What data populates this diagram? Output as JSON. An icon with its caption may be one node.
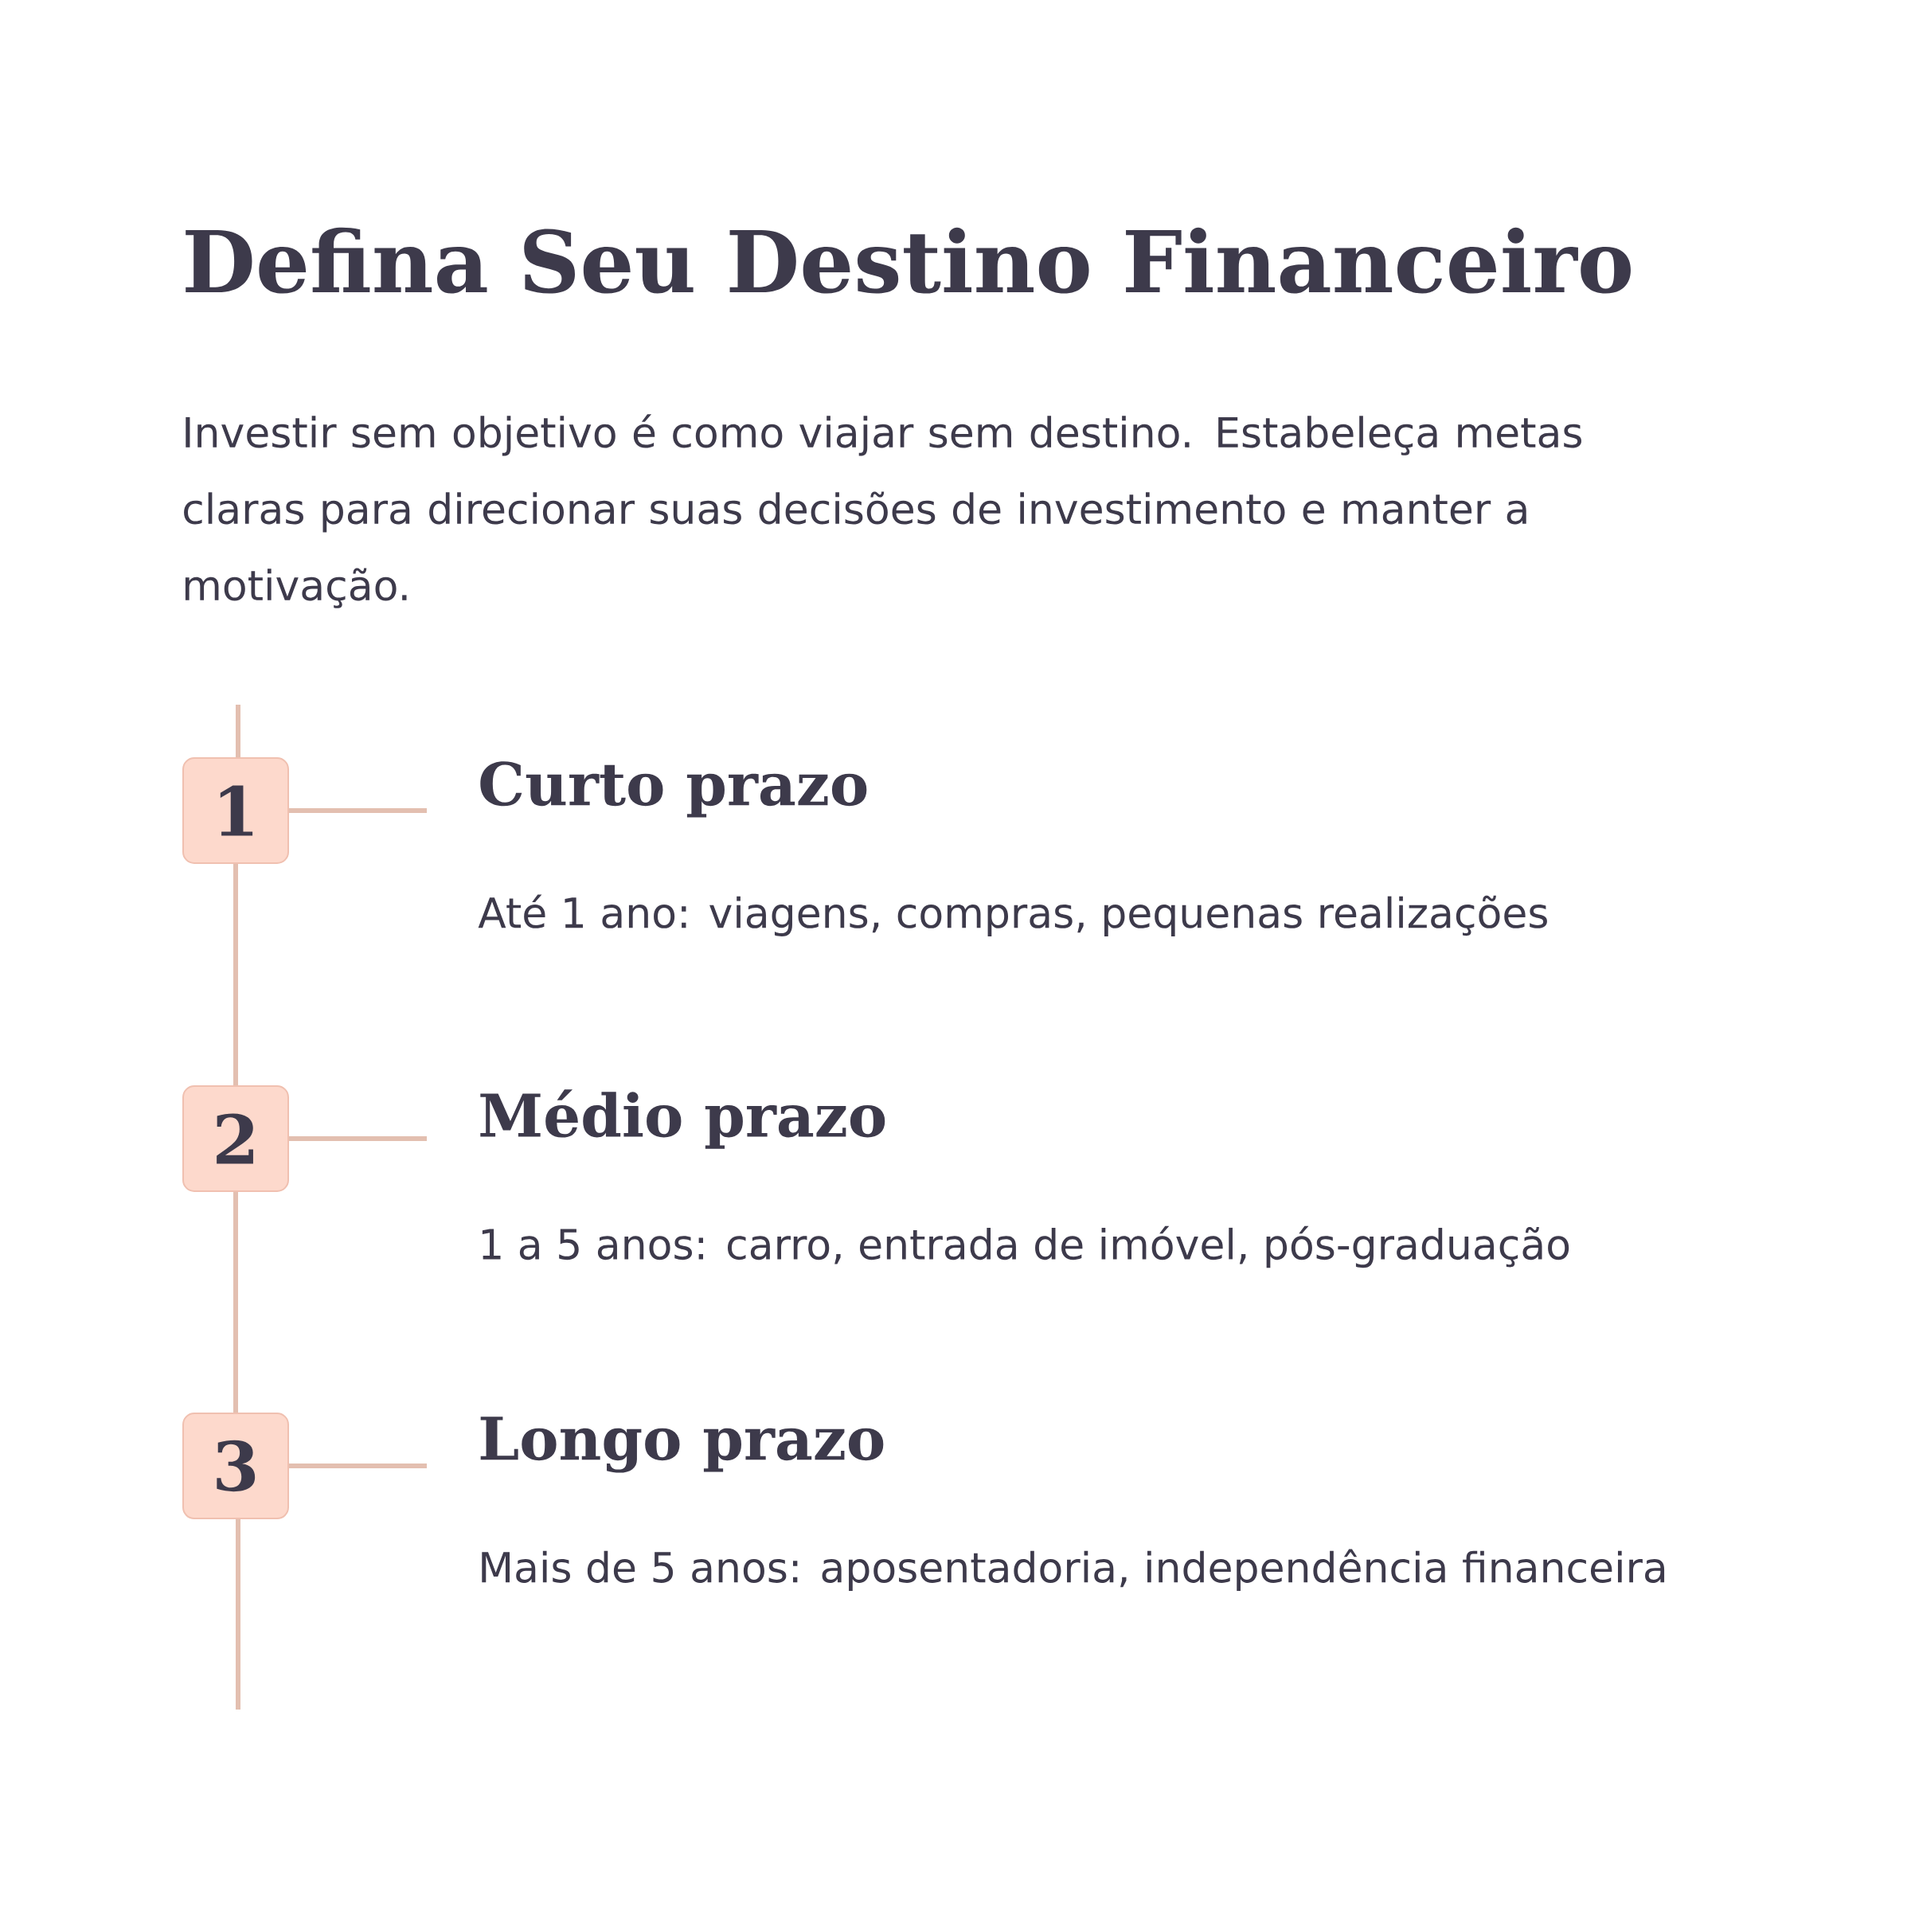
{
  "diagram": {
    "title": "Defina Seu Destino Financeiro",
    "nodes": [
      {
        "text": [
          "1"
        ]
      },
      {
        "text": [
          "Curto prazo",
          "Até 1 ano: viagens, compras, pequenas realizações"
        ]
      },
      {
        "text": [
          "2"
        ]
      },
      {
        "text": [
          "Médio prazo",
          "1 a 5 anos: carro, entrada de imóvel, pós-graduação"
        ]
      },
      {
        "text": [
          "3"
        ]
      },
      {
        "text": [
          "Longo prazo",
          "Mais de 5 anos: aposentadoria, independência financeira"
        ]
      }
    ],
    "edges": [
      {
        "from": 0,
        "to": 1,
        "arrow": "none"
      },
      {
        "from": 2,
        "to": 3,
        "arrow": "none"
      },
      {
        "from": 4,
        "to": 5,
        "arrow": "none"
      },
      {
        "from": 0,
        "to": 2,
        "arrow": "none"
      },
      {
        "from": 2,
        "to": 4,
        "arrow": "none"
      }
    ],
    "labels": [
      "Investir sem objetivo é como viajar sem destino. Estabeleça metas claras para direcionar suas decisões de investimento e manter a motivação."
    ]
  }
}
